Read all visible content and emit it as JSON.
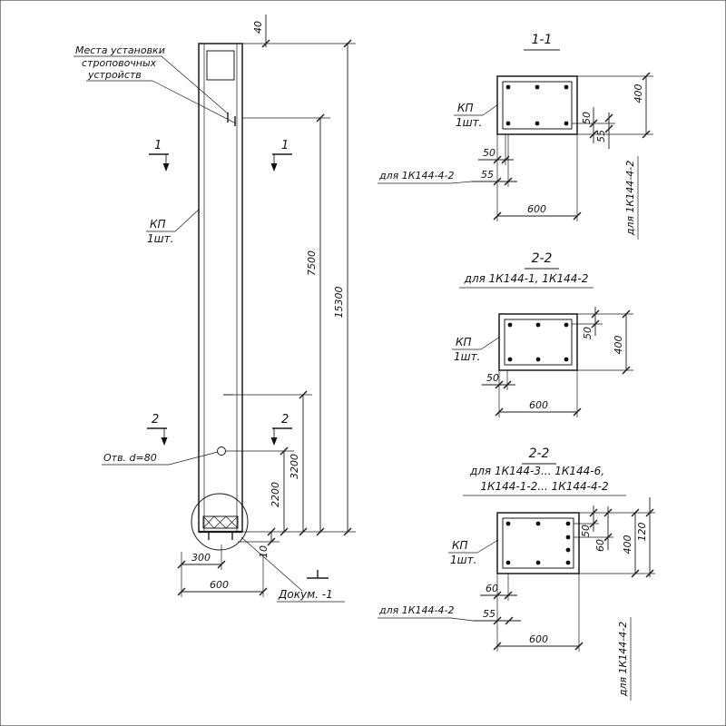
{
  "elevation": {
    "note_line1": "Места установки",
    "note_line2": "строповочных",
    "note_line3": "устройств",
    "kp": "КП",
    "qty": "1шт.",
    "sec1": "1",
    "sec2": "2",
    "dim_40": "40",
    "dim_7500": "7500",
    "dim_15300": "15300",
    "dim_3200": "3200",
    "dim_2200": "2200",
    "dim_10": "10",
    "dim_300": "300",
    "dim_600": "600",
    "hole_note": "Отв. d=80",
    "doc_note": "Докум. -1"
  },
  "section1": {
    "title": "1-1",
    "kp": "КП",
    "qty": "1шт.",
    "dim_50_left": "50",
    "dim_55_left": "55",
    "note_left": "для 1К144-4-2",
    "dim_600": "600",
    "dim_50_right": "50",
    "dim_55_right": "55",
    "dim_400": "400",
    "note_right": "для 1К144-4-2"
  },
  "section2a": {
    "title": "2-2",
    "subtitle": "для 1К144-1, 1К144-2",
    "kp": "КП",
    "qty": "1шт.",
    "dim_50_left": "50",
    "dim_600": "600",
    "dim_50_right": "50",
    "dim_400": "400"
  },
  "section2b": {
    "title": "2-2",
    "subtitle_line1": "для 1К144-3... 1К144-6,",
    "subtitle_line2": "1К144-1-2... 1К144-4-2",
    "kp": "КП",
    "qty": "1шт.",
    "dim_60_left": "60",
    "dim_55_left": "55",
    "note_left": "для 1К144-4-2",
    "dim_600": "600",
    "dim_50_right": "50",
    "dim_60_right": "60",
    "dim_400": "400",
    "dim_120": "120",
    "note_right": "для 1К144-4-2"
  }
}
